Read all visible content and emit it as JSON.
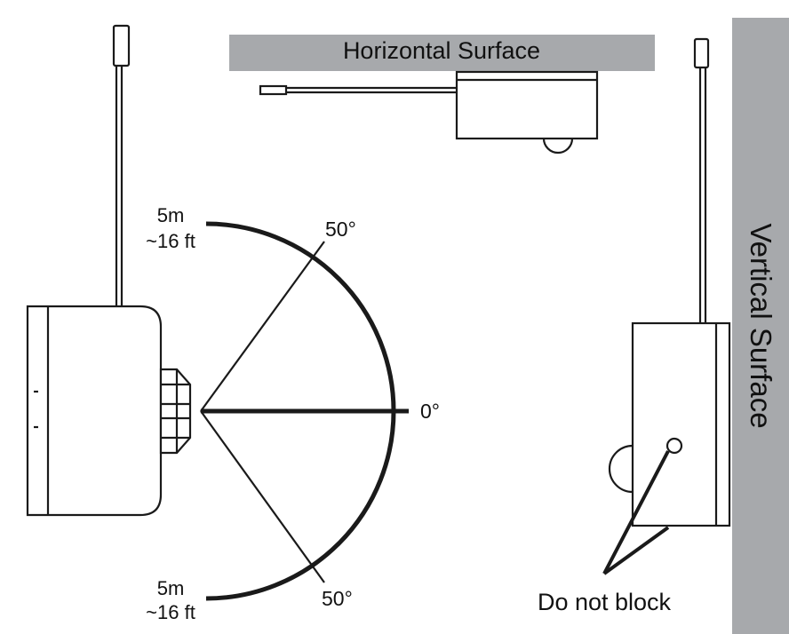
{
  "surfaces": {
    "horizontal": "Horizontal Surface",
    "vertical": "Vertical Surface"
  },
  "range": {
    "top": {
      "line1": "5m",
      "line2": "~16 ft"
    },
    "bottom": {
      "line1": "5m",
      "line2": "~16 ft"
    }
  },
  "angles": {
    "upper": "50°",
    "center": "0°",
    "lower": "50°"
  },
  "warning": "Do not block",
  "colors": {
    "surface_fill": "#a7a9ac",
    "line": "#1a1a1a",
    "background": "#ffffff"
  }
}
